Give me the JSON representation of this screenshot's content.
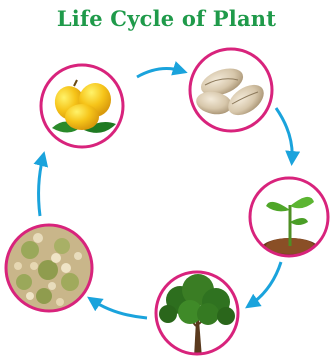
{
  "title": "Life Cycle of Plant",
  "colors": {
    "title": "#1f9a4a",
    "ring": "#d8237c",
    "arrow": "#1aa3dc"
  },
  "stages": [
    {
      "name": "fruit",
      "icon": "mango-fruits-icon"
    },
    {
      "name": "seed",
      "icon": "mango-seeds-icon"
    },
    {
      "name": "seedling",
      "icon": "seedling-icon"
    },
    {
      "name": "tree",
      "icon": "mango-tree-icon"
    },
    {
      "name": "flowering",
      "icon": "mango-flowers-icon"
    }
  ]
}
